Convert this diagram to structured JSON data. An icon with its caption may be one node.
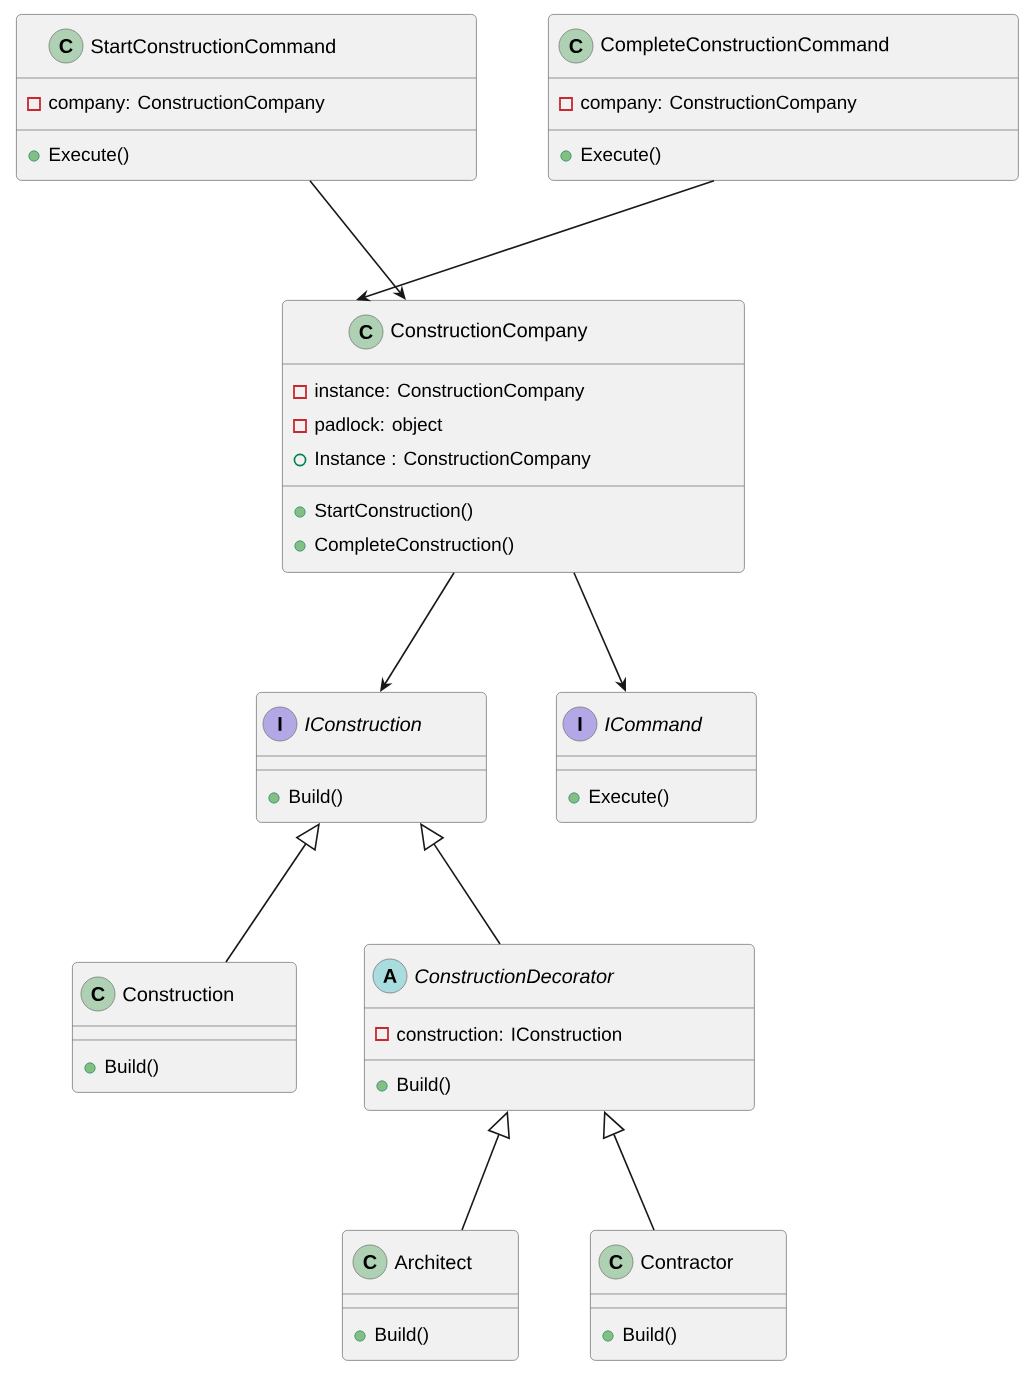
{
  "diagram": {
    "nodes": [
      {
        "text": [
          "C",
          "StartConstructionCommand",
          "company: ConstructionCompany",
          "Execute()"
        ]
      },
      {
        "text": [
          "C",
          "CompleteConstructionCommand",
          "company: ConstructionCompany",
          "Execute()"
        ]
      },
      {
        "text": [
          "C",
          "ConstructionCompany",
          "instance: ConstructionCompany",
          "padlock: object",
          "Instance : ConstructionCompany",
          "StartConstruction()",
          "CompleteConstruction()"
        ]
      },
      {
        "text": [
          "I",
          "IConstruction",
          "Build()"
        ]
      },
      {
        "text": [
          "I",
          "ICommand",
          "Execute()"
        ]
      },
      {
        "text": [
          "C",
          "Construction",
          "Build()"
        ]
      },
      {
        "text": [
          "A",
          "ConstructionDecorator",
          "construction: IConstruction",
          "Build()"
        ]
      },
      {
        "text": [
          "C",
          "Architect",
          "Build()"
        ]
      },
      {
        "text": [
          "C",
          "Contractor",
          "Build()"
        ]
      }
    ],
    "edges": [
      {
        "from": 0,
        "to": 2,
        "arrow": "to"
      },
      {
        "from": 1,
        "to": 2,
        "arrow": "to"
      },
      {
        "from": 2,
        "to": 3,
        "arrow": "to"
      },
      {
        "from": 2,
        "to": 4,
        "arrow": "to"
      },
      {
        "from": 5,
        "to": 3,
        "arrow": "to"
      },
      {
        "from": 6,
        "to": 3,
        "arrow": "to"
      },
      {
        "from": 7,
        "to": 6,
        "arrow": "to"
      },
      {
        "from": 8,
        "to": 6,
        "arrow": "to"
      }
    ]
  }
}
